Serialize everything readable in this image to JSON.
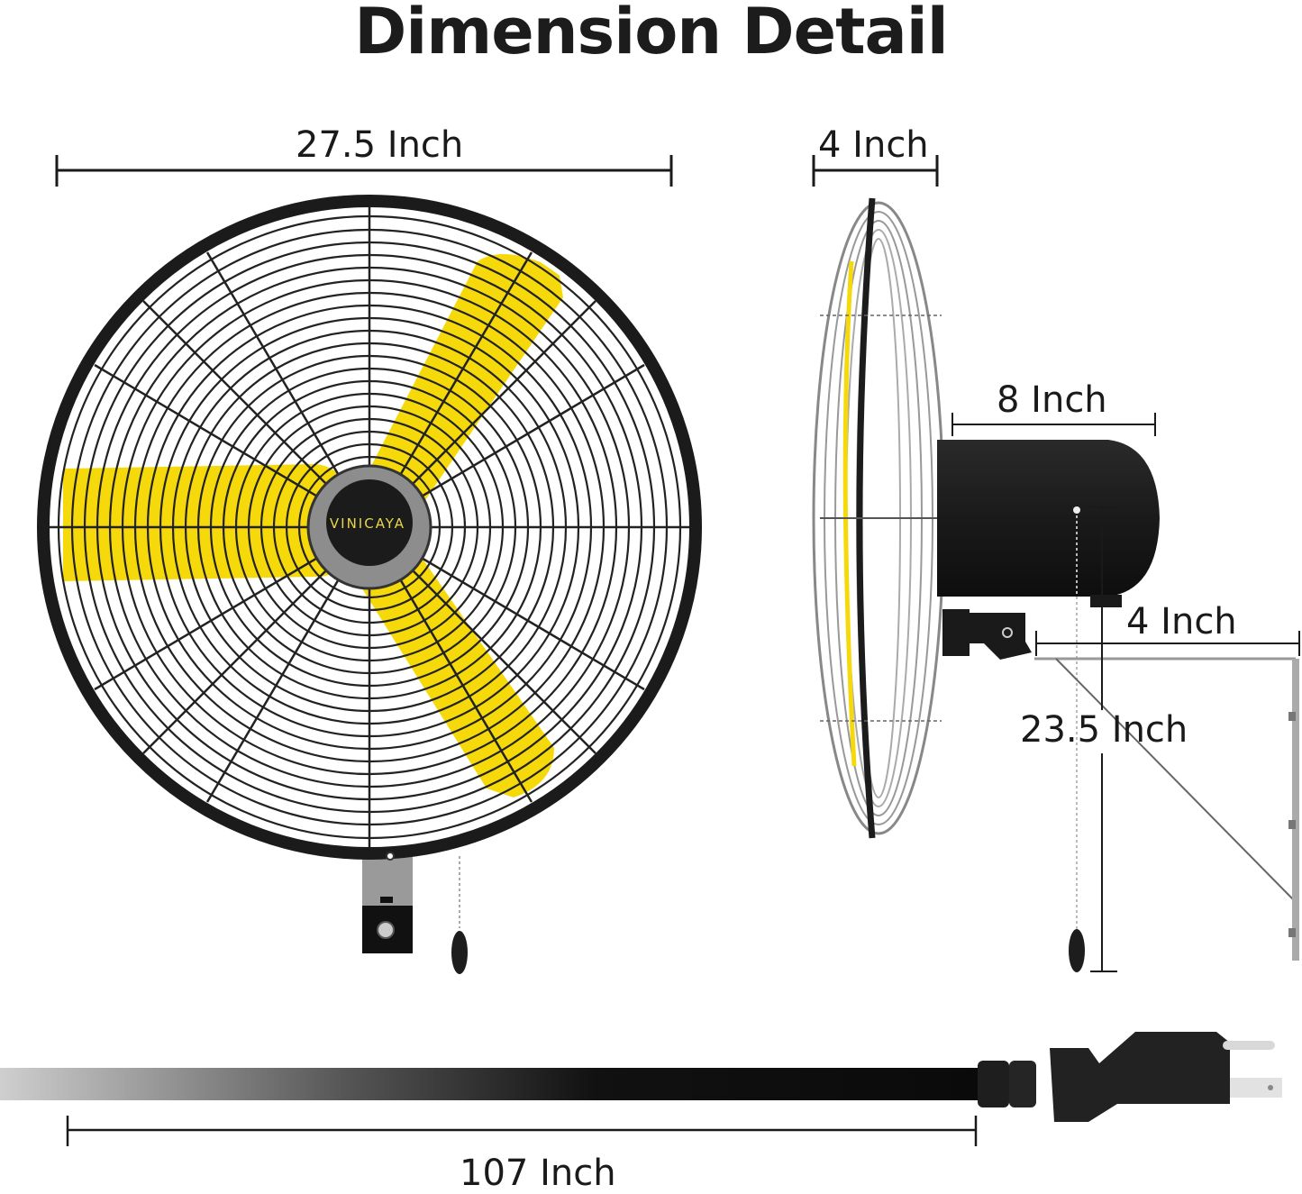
{
  "title": "Dimension Detail",
  "brand": {
    "logo_text": "VINICAYA",
    "accent_color": "#f5d90a",
    "body_color": "#1a1a1a"
  },
  "dimensions": {
    "front_width": "27.5 Inch",
    "side_depth_grill": "4 Inch",
    "motor_length": "8 Inch",
    "bracket_offset": "4 Inch",
    "mount_height": "23.5 Inch",
    "cord_length": "107 Inch"
  },
  "views": {
    "front": "front-view-fan",
    "side": "side-view-fan-with-wall-bracket",
    "cord": "power-cord-with-plug"
  }
}
